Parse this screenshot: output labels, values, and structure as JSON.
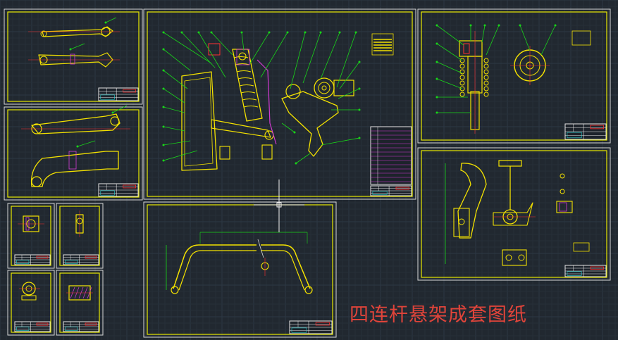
{
  "caption": "四连杆悬架成套图纸",
  "palette": {
    "background": "#212830",
    "grid_major": "#2d3844",
    "grid_minor": "#262f39",
    "sheet_outer": "#d8d8d8",
    "sheet_inner": "#e8e800",
    "part": "#f4e200",
    "leader": "#19d619",
    "hatch": "#d43bd4",
    "table": "#e6e6e6",
    "crosshair": "#f2f2f2",
    "red": "#ff3030",
    "cyan": "#26d6d6",
    "caption": "#e0443a"
  },
  "sheets": [
    {
      "name": "arm-sheet",
      "view": "upper-arm"
    },
    {
      "name": "arm-bend-sheet",
      "view": "lower-arm"
    },
    {
      "name": "small-sheet-1",
      "view": "bushing"
    },
    {
      "name": "small-sheet-2",
      "view": "pin"
    },
    {
      "name": "small-sheet-3",
      "view": "ring"
    },
    {
      "name": "small-sheet-4",
      "view": "block"
    },
    {
      "name": "assembly-sheet",
      "view": "assembly"
    },
    {
      "name": "shock-sheet",
      "view": "shock"
    },
    {
      "name": "bracket-sheet",
      "view": "bracket"
    },
    {
      "name": "stabilizer-sheet",
      "view": "stabilizer"
    }
  ]
}
